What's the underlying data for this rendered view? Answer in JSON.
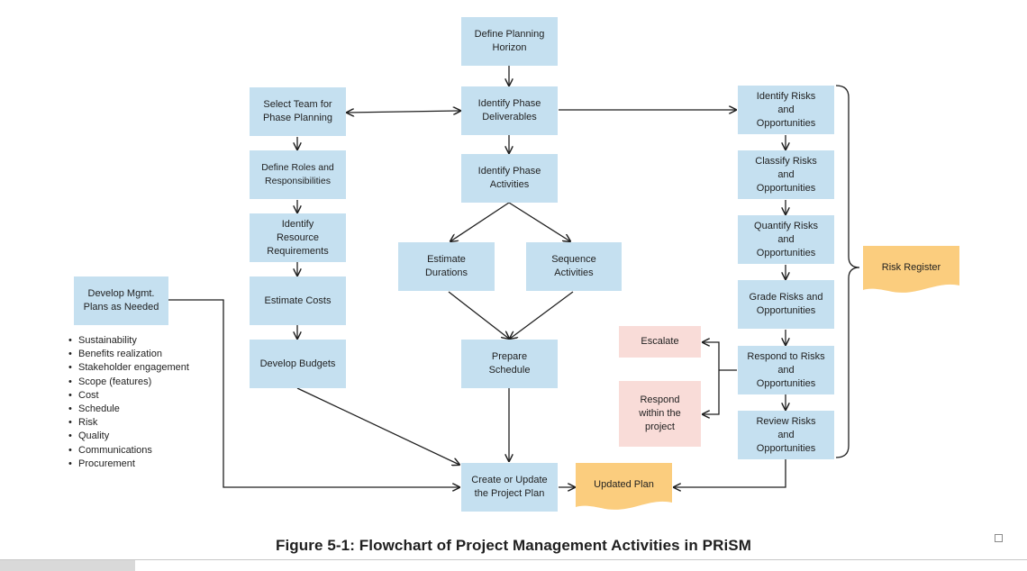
{
  "nodes": {
    "define_horizon": "Define Planning\nHorizon",
    "select_team": "Select Team for\nPhase Planning",
    "identify_deliverables": "Identify Phase\nDeliverables",
    "identify_risks": "Identify Risks\nand\nOpportunities",
    "define_roles": "Define Roles and\nResponsibilities",
    "identify_activities": "Identify Phase\nActivities",
    "classify_risks": "Classify Risks\nand\nOpportunities",
    "identify_resources": "Identify\nResource\nRequirements",
    "estimate_durations": "Estimate\nDurations",
    "sequence_activities": "Sequence\nActivities",
    "quantify_risks": "Quantify Risks\nand\nOpportunities",
    "develop_mgmt": "Develop Mgmt.\nPlans as Needed",
    "estimate_costs": "Estimate Costs",
    "grade_risks": "Grade Risks and\nOpportunities",
    "escalate": "Escalate",
    "develop_budgets": "Develop Budgets",
    "prepare_schedule": "Prepare\nSchedule",
    "respond_risks": "Respond to Risks\nand\nOpportunities",
    "respond_within": "Respond\nwithin the\nproject",
    "review_risks": "Review Risks\nand\nOpportunities",
    "create_plan": "Create or Update\nthe Project Plan"
  },
  "documents": {
    "risk_register": "Risk Register",
    "updated_plan": "Updated Plan"
  },
  "bullets": [
    "Sustainability",
    "Benefits realization",
    "Stakeholder engagement",
    "Scope (features)",
    "Cost",
    "Schedule",
    "Risk",
    "Quality",
    "Communications",
    "Procurement"
  ],
  "caption": "Figure 5-1: Flowchart of Project Management Activities in PRiSM",
  "colors": {
    "process_fill": "#c5e0f0",
    "escalation_fill": "#f9dcd8",
    "document_fill": "#fbcd7e",
    "line": "#1f1f1f"
  }
}
